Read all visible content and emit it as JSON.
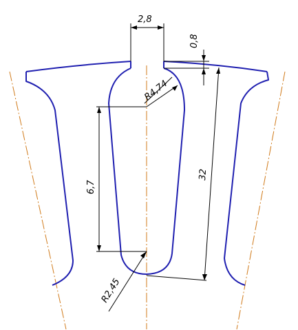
{
  "colors": {
    "slot_outline": "#1f1fb0",
    "center_line": "#d07a1a",
    "dimension": "#000000",
    "background": "#ffffff"
  },
  "dimensions": {
    "slot_opening_width": "2,8",
    "slot_opening_height": "0,8",
    "top_radius": "R4,74",
    "straight_length": "6,7",
    "slot_depth": "32",
    "bottom_radius": "R2,45"
  }
}
